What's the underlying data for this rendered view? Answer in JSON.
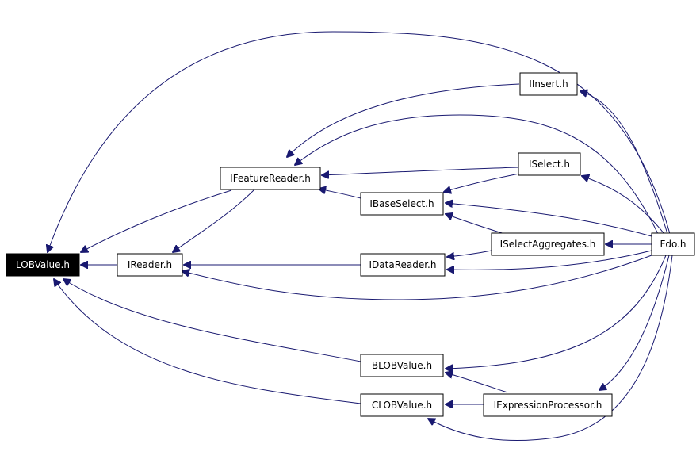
{
  "nodes": {
    "lobvalue": "LOBValue.h",
    "ireader": "IReader.h",
    "ifeaturereader": "IFeatureReader.h",
    "iinsert": "IInsert.h",
    "iselect": "ISelect.h",
    "ibaseselect": "IBaseSelect.h",
    "iselectaggregates": "ISelectAggregates.h",
    "idatareader": "IDataReader.h",
    "fdo": "Fdo.h",
    "blobvalue": "BLOBValue.h",
    "clobvalue": "CLOBValue.h",
    "iexpressionprocessor": "IExpressionProcessor.h"
  },
  "colors": {
    "edge": "#191970",
    "selected_fill": "#000000",
    "selected_text": "#ffffff"
  }
}
